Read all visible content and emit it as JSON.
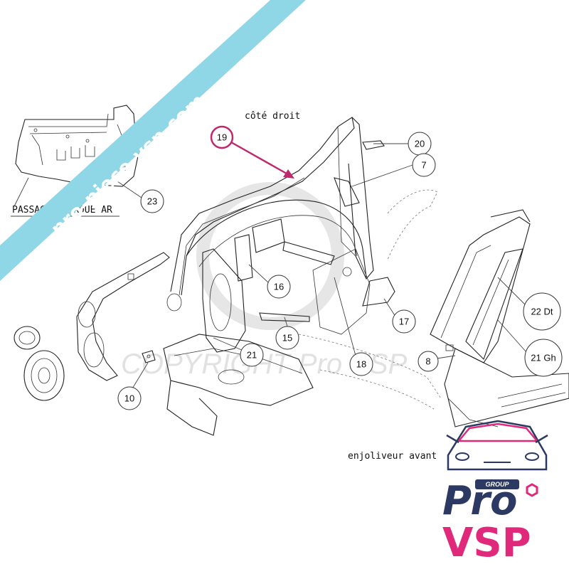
{
  "watermark": {
    "banner_text": "pro-piece-vsp.com",
    "banner_color": "#8fd6e6",
    "copyright_text": "COPYRIGHT Pro VSP"
  },
  "labels": {
    "side": "côté droit",
    "wheel_arch": "PASSAGE DE ROUE AR",
    "front_trim": "enjoliveur avant"
  },
  "callouts": [
    {
      "id": "19",
      "highlight": true
    },
    {
      "id": "20"
    },
    {
      "id": "7"
    },
    {
      "id": "23"
    },
    {
      "id": "16"
    },
    {
      "id": "15"
    },
    {
      "id": "17"
    },
    {
      "id": "18"
    },
    {
      "id": "21"
    },
    {
      "id": "10"
    },
    {
      "id": "8"
    },
    {
      "id": "22 Dt"
    },
    {
      "id": "21 Gh"
    }
  ],
  "logo": {
    "group_text": "GROUP",
    "line1": "Pro",
    "line2": "VSP",
    "color_dark": "#2c3a63",
    "color_accent": "#e0297a"
  },
  "colors": {
    "highlight": "#c0286e",
    "line": "#222222"
  }
}
